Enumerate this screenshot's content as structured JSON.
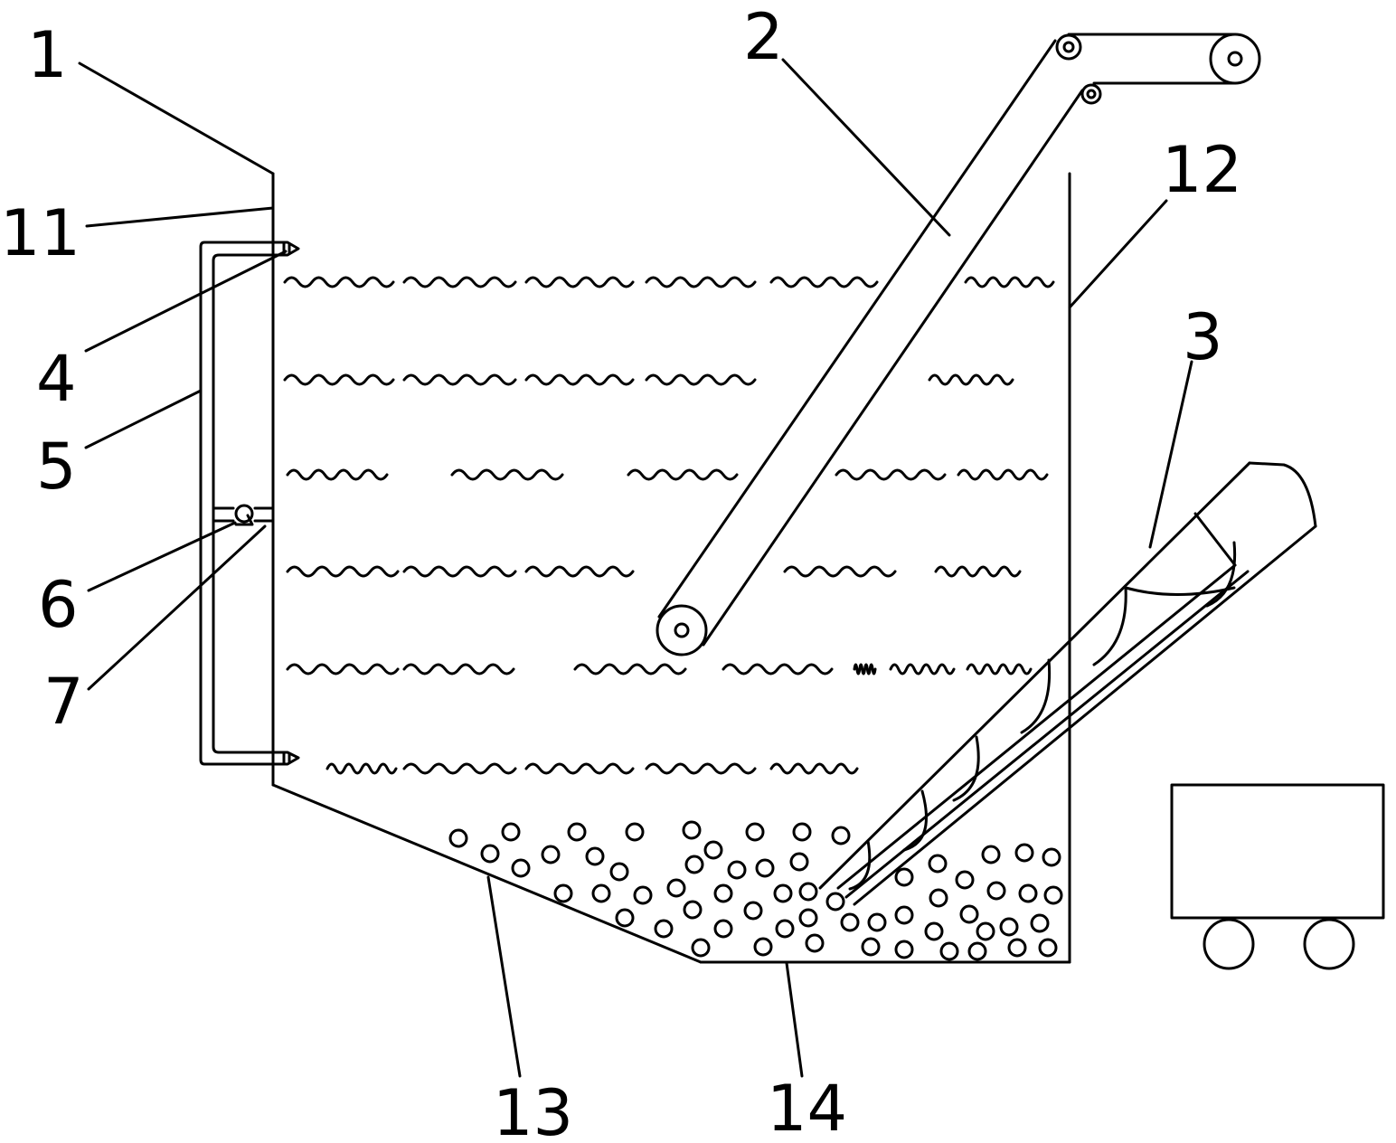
{
  "labels": {
    "l1": "1",
    "l2": "2",
    "l3": "3",
    "l4": "4",
    "l5": "5",
    "l6": "6",
    "l7": "7",
    "l11": "11",
    "l12": "12",
    "l13": "13",
    "l14": "14"
  },
  "colors": {
    "stroke": "#000000",
    "background": "#ffffff"
  }
}
